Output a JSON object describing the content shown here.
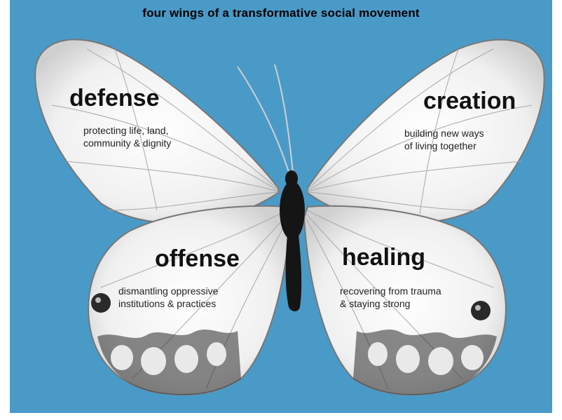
{
  "title": "four wings of a transformative social movement",
  "wings": {
    "defense": {
      "label": "defense",
      "line1": "protecting life, land,",
      "line2": "community & dignity"
    },
    "creation": {
      "label": "creation",
      "line1": "building new ways",
      "line2": "of living together"
    },
    "offense": {
      "label": "offense",
      "line1": "dismantling oppressive",
      "line2": "institutions & practices"
    },
    "healing": {
      "label": "healing",
      "line1": "recovering from trauma",
      "line2": "& staying strong"
    }
  },
  "colors": {
    "background": "#4a9ac8",
    "wing": "#f3f3f3",
    "vein": "#9a9a9a",
    "body": "#151515"
  }
}
